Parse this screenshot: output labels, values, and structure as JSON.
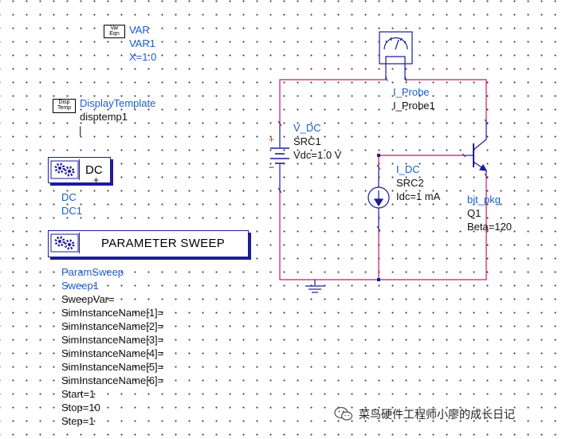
{
  "var_block": {
    "icon_line1": "Var",
    "icon_line2": "Eqn",
    "type": "VAR",
    "name": "VAR1",
    "expr": "X=1.0"
  },
  "display_template": {
    "icon_line1": "Disp",
    "icon_line2": "Temp",
    "type": "DisplayTemplate",
    "name": "disptemp1",
    "cursor": "|"
  },
  "dc_block": {
    "label": "DC",
    "type": "DC",
    "name": "DC1"
  },
  "param_sweep": {
    "label": "PARAMETER SWEEP",
    "type": "ParamSweep",
    "lines": [
      "Sweep1",
      "SweepVar=",
      "SimInstanceName[1]=",
      "SimInstanceName[2]=",
      "SimInstanceName[3]=",
      "SimInstanceName[4]=",
      "SimInstanceName[5]=",
      "SimInstanceName[6]=",
      "Start=1",
      "Stop=10",
      "Step=1"
    ]
  },
  "probe": {
    "type": "I_Probe",
    "name": "I_Probe1"
  },
  "vdc": {
    "type": "V_DC",
    "name": "SRC1",
    "value": "Vdc=1.0 V",
    "plus": "+",
    "minus": "−"
  },
  "idc": {
    "type": "I_DC",
    "name": "SRC2",
    "value": "Idc=1 mA"
  },
  "bjt": {
    "type": "bjt_pkg",
    "name": "Q1",
    "value": "Beta=120"
  },
  "watermark": {
    "text": "菜鸟硬件工程师小廖的成长日记"
  },
  "colors": {
    "wire": "#c0186e",
    "component": "#1c1c99",
    "label": "#1a5fc9",
    "grid_dot": "#3a3a3a"
  }
}
